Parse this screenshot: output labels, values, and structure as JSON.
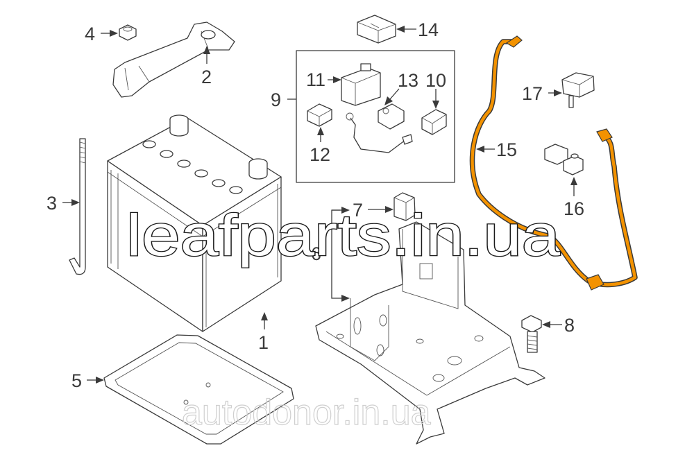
{
  "diagram": {
    "callouts": [
      {
        "id": "c1",
        "label": "1"
      },
      {
        "id": "c2",
        "label": "2"
      },
      {
        "id": "c3",
        "label": "3"
      },
      {
        "id": "c4",
        "label": "4"
      },
      {
        "id": "c5",
        "label": "5"
      },
      {
        "id": "c6",
        "label": "6"
      },
      {
        "id": "c7",
        "label": "7"
      },
      {
        "id": "c8",
        "label": "8"
      },
      {
        "id": "c9",
        "label": "9"
      },
      {
        "id": "c10",
        "label": "10"
      },
      {
        "id": "c11",
        "label": "11"
      },
      {
        "id": "c12",
        "label": "12"
      },
      {
        "id": "c13",
        "label": "13"
      },
      {
        "id": "c14",
        "label": "14"
      },
      {
        "id": "c15",
        "label": "15"
      },
      {
        "id": "c16",
        "label": "16"
      },
      {
        "id": "c17",
        "label": "17"
      }
    ],
    "highlight_color": "#f39200",
    "line_color": "#3a3a3a"
  },
  "watermarks": {
    "primary": "leafparts.in.ua",
    "secondary": "autodonor.in.ua"
  }
}
